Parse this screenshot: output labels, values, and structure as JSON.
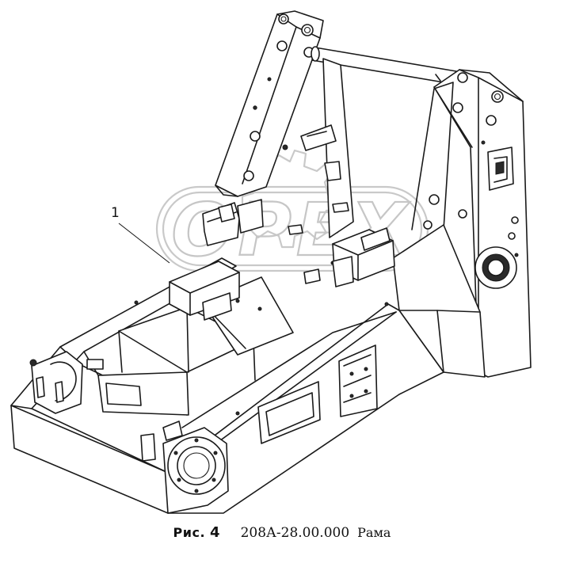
{
  "watermark": {
    "text": "ОРЕХ"
  },
  "callouts": [
    {
      "label": "1"
    }
  ],
  "caption": {
    "figure_label": "Рис.",
    "figure_number": "4",
    "drawing_code": "208А-28.00.000",
    "part_name": "Рама"
  }
}
